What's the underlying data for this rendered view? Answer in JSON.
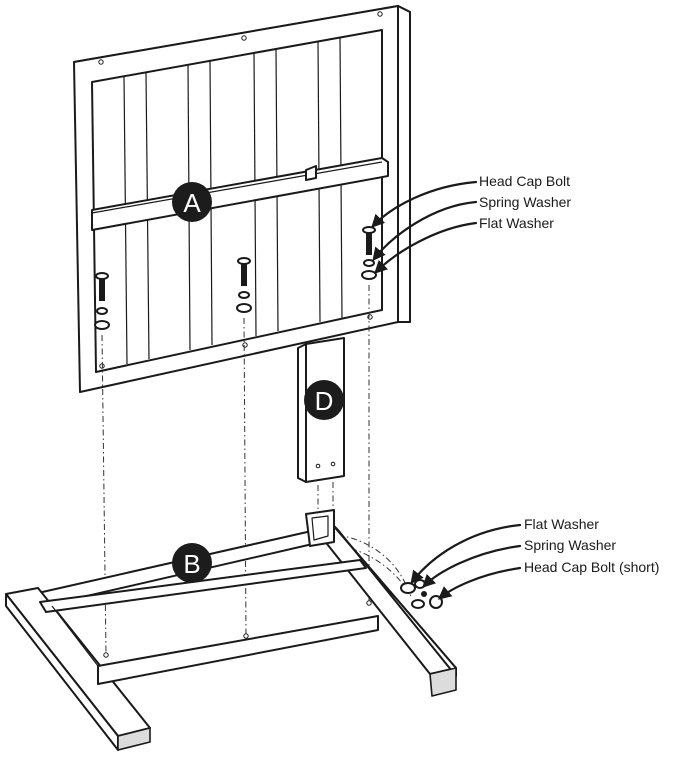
{
  "parts": {
    "panel": "A",
    "base": "B",
    "post": "D"
  },
  "callouts_upper": {
    "bolt": "Head Cap Bolt",
    "spring_washer": "Spring Washer",
    "flat_washer": "Flat Washer"
  },
  "callouts_lower": {
    "flat_washer": "Flat Washer",
    "spring_washer": "Spring Washer",
    "bolt": "Head Cap Bolt (short)"
  },
  "icons": [
    "bolt-icon",
    "spring-washer-icon",
    "flat-washer-icon"
  ]
}
